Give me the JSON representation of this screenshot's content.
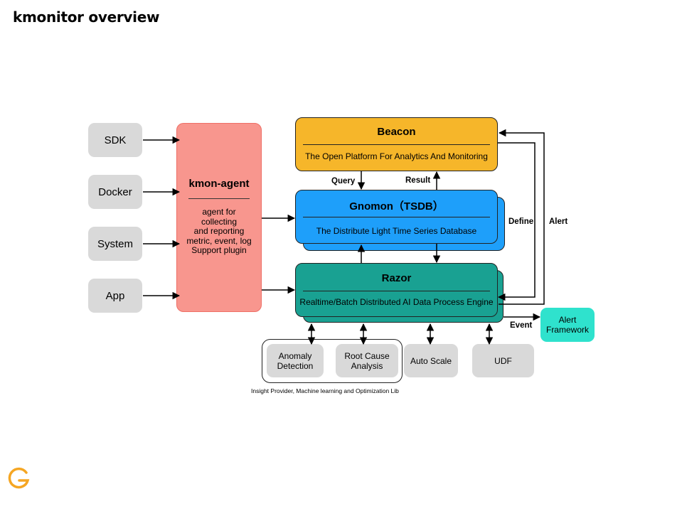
{
  "page": {
    "title": "kmonitor overview"
  },
  "sources": [
    "SDK",
    "Docker",
    "System",
    "App"
  ],
  "agent": {
    "title": "kmon-agent",
    "description": [
      "agent for",
      "collecting",
      "and reporting",
      "metric, event, log",
      "Support plugin"
    ]
  },
  "beacon": {
    "title": "Beacon",
    "description": "The Open Platform For Analytics And Monitoring"
  },
  "gnomon": {
    "title": "Gnomon（TSDB）",
    "description": "The Distribute Light Time Series Database"
  },
  "razor": {
    "title": "Razor",
    "description": "Realtime/Batch Distributed AI Data Process Engine"
  },
  "edge_labels": {
    "query": "Query",
    "result": "Result",
    "define": "Define",
    "alert": "Alert",
    "event": "Event"
  },
  "alert_framework": [
    "Alert",
    "Framework"
  ],
  "plugins": {
    "anomaly": [
      "Anomaly",
      "Detection"
    ],
    "root_cause": [
      "Root Cause",
      "Analysis"
    ],
    "auto_scale": "Auto Scale",
    "udf": "UDF"
  },
  "insight_caption": "Insight Provider, Machine learning and Optimization Lib",
  "colors": {
    "agent": "#f8968e",
    "beacon": "#f6b62a",
    "gnomon": "#1e9ffa",
    "razor": "#19a192",
    "alert_framework": "#2fe2cd",
    "source_boxes": "#d9d9d9",
    "logo": "#f5a623"
  },
  "logo": {
    "icon": "g-logo-icon"
  }
}
